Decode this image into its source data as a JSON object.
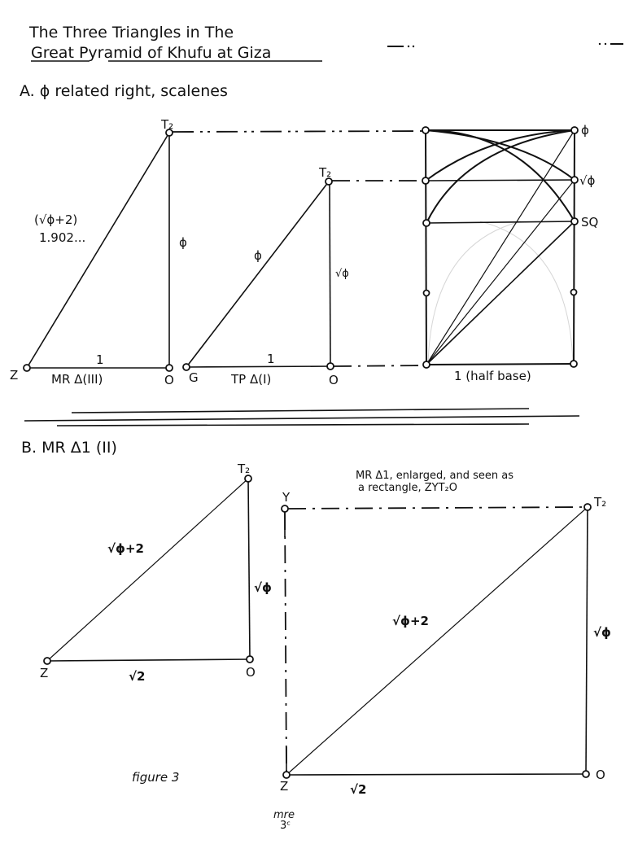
{
  "title": {
    "line1": "The Three Triangles in The",
    "line2": "Great Pyramid of Khufu at Giza"
  },
  "header_marks": {
    "left": "— . .",
    "right": ". . —"
  },
  "section_a": {
    "heading": "A. ϕ related right, scalenes",
    "triangle_iii": {
      "vertex_top": "T₂",
      "vertex_left": "Z",
      "vertex_right": "O",
      "hypotenuse_label": "(√ϕ+2)",
      "hypotenuse_value": "1.902...",
      "height_label": "ϕ",
      "base_label": "1",
      "name": "MR Δ(III)"
    },
    "triangle_i": {
      "vertex_top": "T₂",
      "vertex_left": "G",
      "vertex_right": "O",
      "hypotenuse_label": "ϕ",
      "height_label": "√ϕ",
      "base_label": "1",
      "name": "TP Δ(I)"
    },
    "construction": {
      "level_labels": [
        "ϕ",
        "√ϕ",
        "SQ"
      ],
      "base_label": "1 (half base)"
    }
  },
  "section_b": {
    "heading": "B. MR Δ1 (II)",
    "triangle_ii": {
      "vertex_top": "T₂",
      "vertex_left": "Z",
      "vertex_right": "O",
      "hypotenuse_label": "√ϕ+2",
      "height_label": "√ϕ",
      "base_label": "√2"
    },
    "rectangle": {
      "caption_line1": "MR Δ1, enlarged, and seen as",
      "caption_line2": "a rectangle, ZYT₂O",
      "vertex_top_left": "Y",
      "vertex_top_right": "T₂",
      "vertex_bottom_left": "Z",
      "vertex_bottom_right": "O",
      "diagonal_label": "√ϕ+2",
      "height_label": "√ϕ",
      "base_label": "√2"
    }
  },
  "footer": {
    "figure_label": "figure 3",
    "signature": "mre",
    "signature_date": "3ᶜ"
  }
}
